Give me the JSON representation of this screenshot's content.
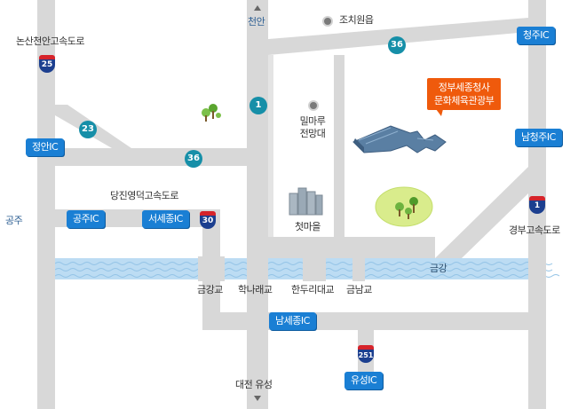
{
  "map": {
    "colors": {
      "road": "#d8d8d8",
      "river": "#bcdcf3",
      "ic_bg": "#1a7fd4",
      "route_circle": "#168fa8",
      "callout": "#ef5a0c"
    },
    "destination": {
      "line1": "정부세종청사",
      "line2": "문화체육관광부"
    },
    "place_labels": {
      "cheonan": "천안",
      "jochiwon": "조치원읍",
      "nonsan_expressway": "논산천안고속도로",
      "gongju": "공주",
      "dangjin_expressway": "당진영덕고속도로",
      "gyeongbu_expressway": "경부고속도로",
      "miramaru_line1": "밀마루",
      "miramaru_line2": "전망대",
      "cheotmaeul": "첫마을",
      "geumgang": "금강",
      "geumgang_bridge": "금강교",
      "haknarae_bridge": "학나래교",
      "handuri_bridge": "한두리대교",
      "geumnam_bridge": "금남교",
      "daejeon_yuseong": "대전 유성"
    },
    "interchanges": {
      "cheongju": "청주IC",
      "namcheongju": "남청주IC",
      "jeongan": "정안IC",
      "gongju": "공주IC",
      "seosejong": "서세종IC",
      "namsejong": "남세종IC",
      "yuseong": "유성IC"
    },
    "route_numbers": {
      "r1": "1",
      "r23": "23",
      "r36a": "36",
      "r36b": "36"
    },
    "expressway_numbers": {
      "e25": "25",
      "e30": "30",
      "e1": "1",
      "e251": "251"
    }
  }
}
